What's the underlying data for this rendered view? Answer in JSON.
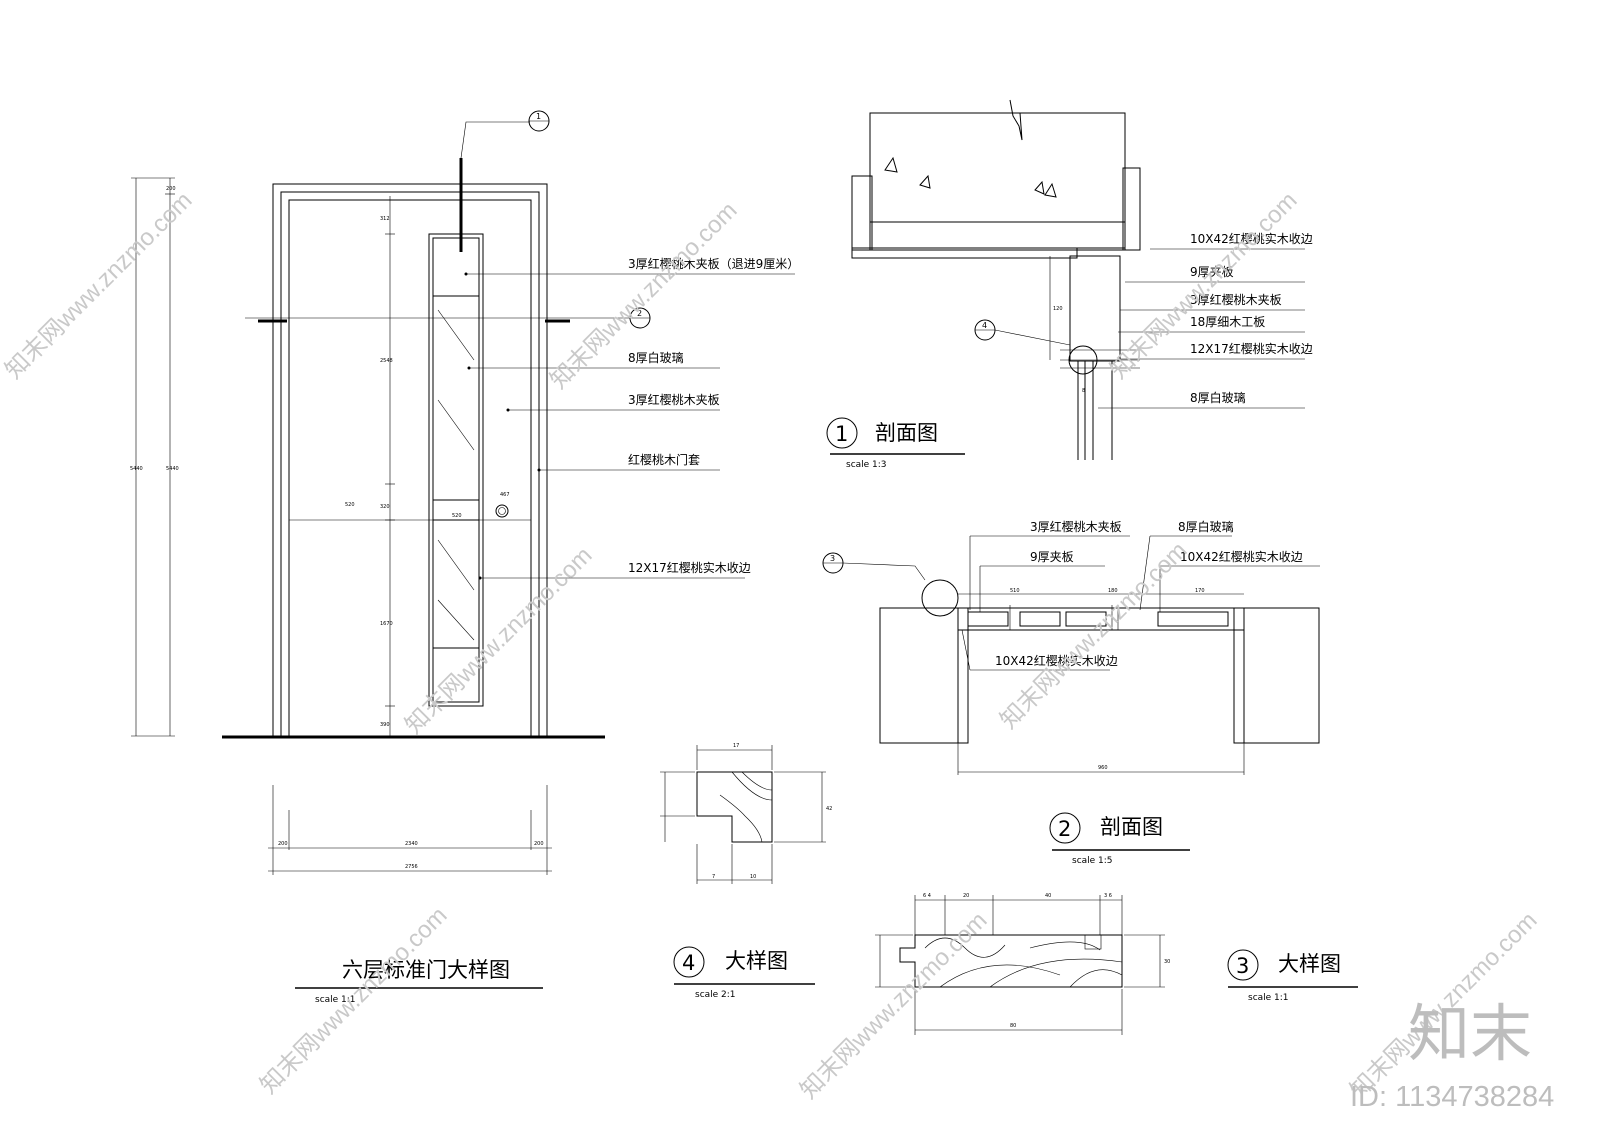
{
  "elevation": {
    "title": "六层标准门大样图",
    "scale": "scale 1:1",
    "callouts": [
      "3厚红樱桃木夹板（退进9厘米）",
      "8厚白玻璃",
      "3厚红樱桃木夹板",
      "红樱桃木门套",
      "12X17红樱桃实木收边"
    ],
    "markers": [
      "1",
      "2"
    ]
  },
  "section1": {
    "number": "1",
    "title": "剖面图",
    "scale": "scale 1:3",
    "marker": "4",
    "callouts": [
      "10X42红樱桃实木收边",
      "9厚夹板",
      "3厚红樱桃木夹板",
      "18厚细木工板",
      "12X17红樱桃实木收边",
      "8厚白玻璃"
    ]
  },
  "section2": {
    "number": "2",
    "title": "剖面图",
    "scale": "scale 1:5",
    "marker": "3",
    "callouts": [
      "3厚红樱桃木夹板",
      "8厚白玻璃",
      "9厚夹板",
      "10X42红樱桃实木收边",
      "10X42红樱桃实木收边"
    ]
  },
  "detail4": {
    "number": "4",
    "title": "大样图",
    "scale": "scale 2:1"
  },
  "detail3": {
    "number": "3",
    "title": "大样图",
    "scale": "scale 1:1"
  },
  "watermark": {
    "brand": "知末",
    "id": "ID: 1134738284",
    "site": "知末网www.znzmo.com"
  }
}
